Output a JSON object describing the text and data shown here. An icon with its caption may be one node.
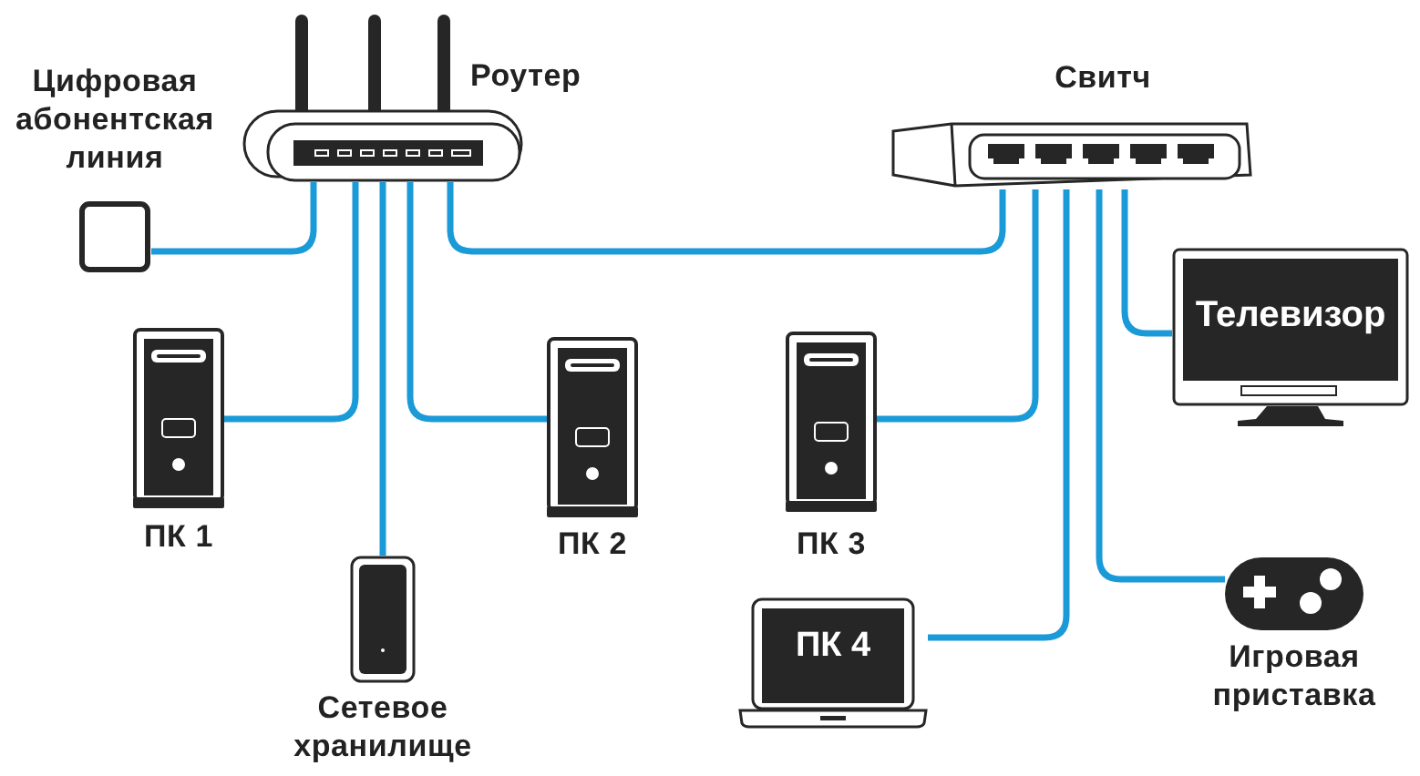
{
  "diagram": {
    "nodes": [
      {
        "text": [
          "Цифровая абонентская линия"
        ]
      },
      {
        "text": [
          "Роутер"
        ]
      },
      {
        "text": [
          "Свитч"
        ]
      },
      {
        "text": [
          "ПК 1"
        ]
      },
      {
        "text": [
          "Сетевое хранилище"
        ]
      },
      {
        "text": [
          "ПК 2"
        ]
      },
      {
        "text": [
          "ПК 3"
        ]
      },
      {
        "text": [
          "ПК 4"
        ]
      },
      {
        "text": [
          "Телевизор"
        ]
      },
      {
        "text": [
          "Игровая приставка"
        ]
      }
    ],
    "edges": [
      {
        "from": 1,
        "to": 0,
        "arrow": "none"
      },
      {
        "from": 1,
        "to": 3,
        "arrow": "none"
      },
      {
        "from": 1,
        "to": 4,
        "arrow": "none"
      },
      {
        "from": 1,
        "to": 5,
        "arrow": "none"
      },
      {
        "from": 1,
        "to": 2,
        "arrow": "none"
      },
      {
        "from": 2,
        "to": 6,
        "arrow": "none"
      },
      {
        "from": 2,
        "to": 7,
        "arrow": "none"
      },
      {
        "from": 2,
        "to": 8,
        "arrow": "none"
      },
      {
        "from": 2,
        "to": 9,
        "arrow": "none"
      }
    ]
  }
}
